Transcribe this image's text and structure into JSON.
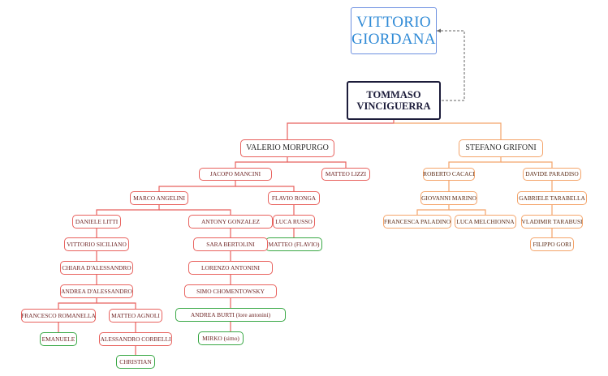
{
  "colors": {
    "red_branch": "#e8615d",
    "orange_branch": "#f4a46a",
    "leaf_green": "#39a845",
    "top_node_blue": "#2f8ad6",
    "root_border": "#1c1c3a",
    "dashed_link": "#666666"
  },
  "nodes": {
    "vittorio_giordana": "VITTORIO GIORDANA",
    "tommaso_vinciguerra": "TOMMASO VINCIGUERRA",
    "valerio_morpurgo": "VALERIO MORPURGO",
    "stefano_grifoni": "STEFANO GRIFONI",
    "jacopo_mancini": "JACOPO MANCINI",
    "matteo_lizzi": "MATTEO LIZZI",
    "marco_angelini": "MARCO ANGELINI",
    "flavio_ronga": "FLAVIO RONGA",
    "daniele_litti": "DANIELE LITTI",
    "antony_gonzalez": "ANTONY GONZALEZ",
    "luca_russo": "LUCA RUSSO",
    "matteo_flavio": "MATTEO (FLAVIO)",
    "vittorio_siciliano": "VITTORIO SICILIANO",
    "sara_bertolini": "SARA BERTOLINI",
    "chiara_dalessandro": "CHIARA D'ALESSANDRO",
    "lorenzo_antonini": "LORENZO ANTONINI",
    "andrea_dalessandro": "ANDREA D'ALESSANDRO",
    "simo_chomentowsky": "SIMO CHOMENTOWSKY",
    "francesco_romanella": "FRANCESCO ROMANELLA",
    "matteo_agnoli": "MATTEO AGNOLI",
    "andrea_burti": "ANDREA BURTI (lore antonini)",
    "emanuele": "EMANUELE",
    "alessandro_corbelli": "ALESSANDRO CORBELLI",
    "mirko": "MIRKO (simo)",
    "christian": "CHRISTIAN",
    "roberto_cacaci": "ROBERTO CACACI",
    "davide_paradiso": "DAVIDE PARADISO",
    "giovanni_marino": "GIOVANNI MARINO",
    "gabriele_tarabella": "GABRIELE TARABELLA",
    "francesca_paladino": "FRANCESCA PALADINO",
    "luca_melchionna": "LUCA MELCHIONNA",
    "vladimir_tarabusi": "VLADIMIR TARABUSI",
    "filippo_gori": "FILIPPO GORI"
  }
}
